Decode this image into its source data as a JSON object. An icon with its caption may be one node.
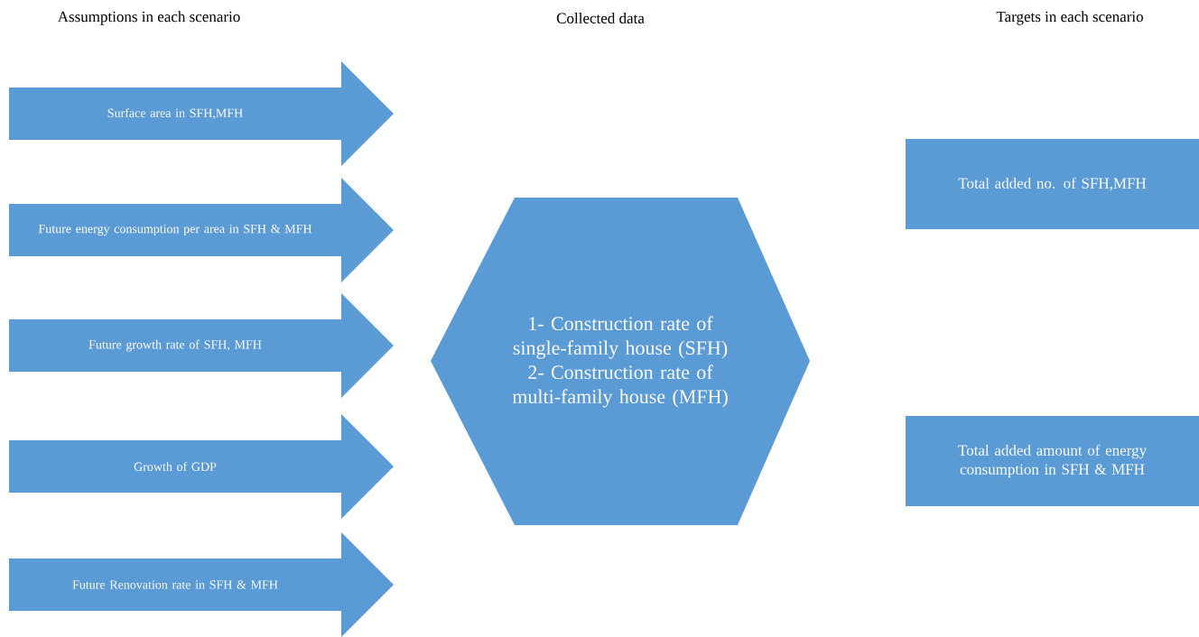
{
  "diagram": {
    "nodes": [
      {
        "text": [
          "Surface area in SFH,MFH"
        ]
      },
      {
        "text": [
          "Future energy consumption per area in SFH & MFH"
        ]
      },
      {
        "text": [
          "Future growth rate of SFH, MFH"
        ]
      },
      {
        "text": [
          "Growth of GDP"
        ]
      },
      {
        "text": [
          "Future Renovation rate in SFH & MFH"
        ]
      },
      {
        "text": [
          "1- Construction rate of single-family house (SFH)",
          "2- Construction rate of multi-family house (MFH)"
        ]
      },
      {
        "text": [
          "Total added no. of SFH,MFH"
        ]
      },
      {
        "text": [
          "Total added amount of energy consumption in SFH & MFH"
        ]
      }
    ],
    "labels": [
      "Assumptions in each scenario",
      "Collected data",
      "Targets in each scenario"
    ]
  }
}
